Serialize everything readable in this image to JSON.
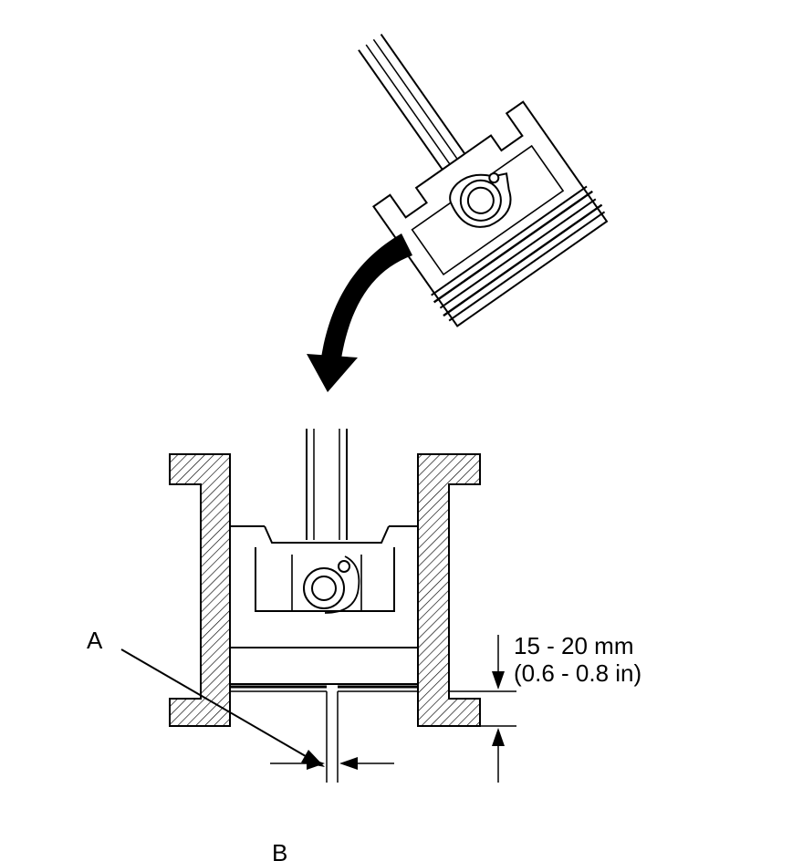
{
  "labels": {
    "a": "A",
    "b": "B",
    "dim_metric": "15 - 20 mm",
    "dim_imperial": "(0.6 - 0.8 in)"
  },
  "colors": {
    "ink": "#000000",
    "paper": "#ffffff"
  }
}
